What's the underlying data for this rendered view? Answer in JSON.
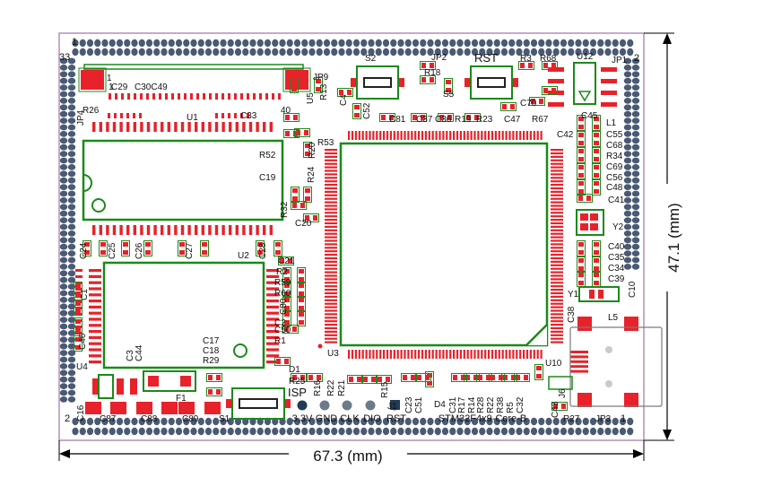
{
  "dimensions": {
    "width_label": "67.3 (mm)",
    "height_label": "47.1 (mm)"
  },
  "colors": {
    "silkscreen": "#1a8a1a",
    "pad": "#e8222a",
    "header_pin": "#4a5a74",
    "outline": "#000000",
    "board_edge": "#b48fb4",
    "hole": "#cfc7cf"
  },
  "corner_pins": {
    "top_left_1": "1",
    "top_left_33": "33",
    "top_right_2": "2",
    "bottom_left_2": "2",
    "bottom_right_1": "1"
  },
  "header_labels": [
    "3.3V",
    "GND",
    "CLK",
    "DIO",
    "RST"
  ],
  "board_name": "STM32F4x9-Core-B",
  "refs": {
    "c29": "C29",
    "c30c49": "C30C49",
    "jp9": "JP9",
    "r26": "R26",
    "u1": "U1",
    "c33": "C33",
    "jp4": "JP4",
    "s2": "S2",
    "jp2": "JP2",
    "r18": "R18",
    "rst_button": "RST",
    "s5": "S5",
    "r3": "R3",
    "r68": "R68",
    "u12": "U12",
    "jp1": "JP1",
    "r13": "R13",
    "u5": "U5",
    "c4": "C4",
    "c52": "C52",
    "c81": "C81",
    "c37": "C37",
    "c36": "C36",
    "r19": "R19",
    "r23": "R23",
    "c47": "C47",
    "r67": "R67",
    "c70": "C70",
    "c45": "C45",
    "l1": "L1",
    "c55": "C55",
    "c68": "C68",
    "c42": "C42",
    "r34": "R34",
    "c69": "C69",
    "c56": "C56",
    "c48": "C48",
    "c41": "C41",
    "y2": "Y2",
    "c40": "C40",
    "c35": "C35",
    "c34": "C34",
    "c39": "C39",
    "y1": "Y1",
    "c10": "C10",
    "c38": "C38",
    "l5": "L5",
    "r52": "R52",
    "c19": "C19",
    "r53": "R53",
    "r20": "R20",
    "r24": "R24",
    "r32": "R32",
    "c20": "C20",
    "c24": "C24",
    "c25": "C25",
    "c26": "C26",
    "c27": "C27",
    "u2": "U2",
    "c28": "C28",
    "c21": "C21",
    "r2": "R2",
    "r59": "R59",
    "r60": "R60",
    "c80": "C80",
    "c2": "C2",
    "c50": "C50",
    "r1": "R1",
    "c1": "C1",
    "c46": "C46",
    "u4": "U4",
    "c3": "C3",
    "c44": "C44",
    "c17": "C17",
    "c18": "C18",
    "r29": "R29",
    "u3": "U3",
    "d1": "D1",
    "r25": "R25",
    "isp": "ISP",
    "r16": "R16",
    "r22": "R22",
    "r21": "R21",
    "r15": "R15",
    "j1": "J1",
    "c23": "C23",
    "c51": "C51",
    "d4": "D4",
    "c31": "C31",
    "r17": "R17",
    "r14": "R14",
    "r28": "R28",
    "r22b": "R22",
    "r38": "R38",
    "r5": "R5",
    "c32": "C32",
    "u10": "U10",
    "j6": "J6",
    "c43": "C43",
    "r27": "R27",
    "jp3": "JP3",
    "c16": "C16",
    "c87": "C87",
    "c88": "C88",
    "c89": "C89",
    "f1": "F1",
    "s1": "S1",
    "one_a": "1",
    "one_b": "1",
    "forty": "40"
  }
}
